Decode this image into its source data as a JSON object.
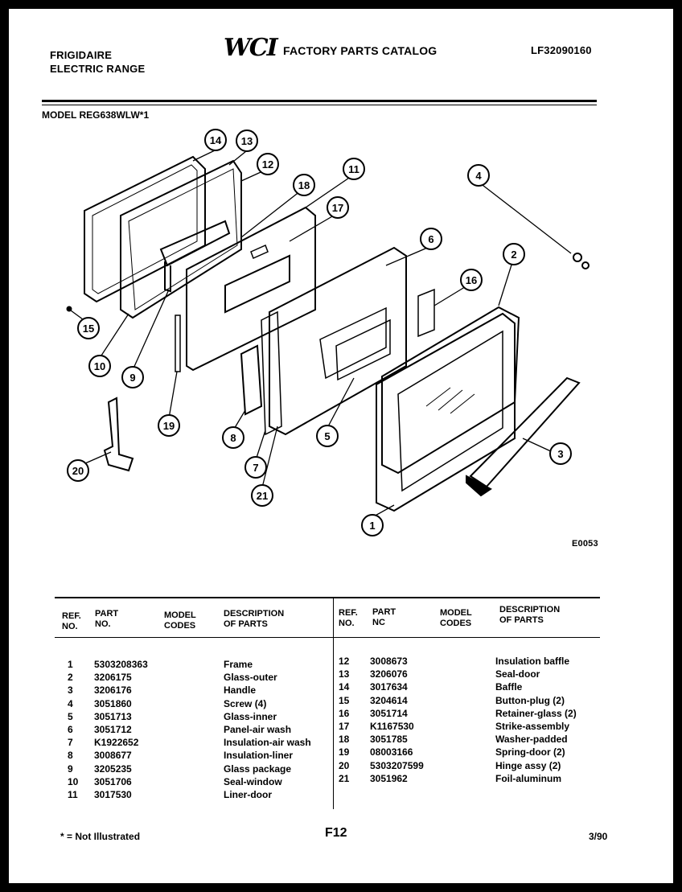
{
  "header": {
    "brand": "FRIGIDAIRE",
    "product": "ELECTRIC RANGE",
    "logo": "WCI",
    "catalog_title": "FACTORY PARTS CATALOG",
    "catalog_number": "LF32090160",
    "model": "MODEL REG638WLW*1"
  },
  "diagram": {
    "figure_code": "E0053",
    "callouts": [
      "1",
      "2",
      "3",
      "4",
      "5",
      "6",
      "7",
      "8",
      "9",
      "10",
      "11",
      "12",
      "13",
      "14",
      "15",
      "16",
      "17",
      "18",
      "19",
      "20",
      "21"
    ]
  },
  "table": {
    "headers": {
      "ref": [
        "REF.",
        "NO."
      ],
      "part": [
        "PART",
        "NO."
      ],
      "model": [
        "MODEL",
        "CODES"
      ],
      "desc": [
        "DESCRIPTION",
        "OF PARTS"
      ],
      "ref_r": [
        "REF.",
        "NO."
      ],
      "part_r": [
        "PART",
        "NC"
      ],
      "model_r": [
        "MODEL",
        "CODES"
      ],
      "desc_r": [
        "DESCRIPTION",
        "OF PARTS"
      ]
    },
    "left": [
      {
        "ref": "1",
        "part": "5303208363",
        "desc": "Frame"
      },
      {
        "ref": "2",
        "part": "3206175",
        "desc": "Glass-outer"
      },
      {
        "ref": "3",
        "part": "3206176",
        "desc": "Handle"
      },
      {
        "ref": "4",
        "part": "3051860",
        "desc": "Screw (4)"
      },
      {
        "ref": "5",
        "part": "3051713",
        "desc": "Glass-inner"
      },
      {
        "ref": "6",
        "part": "3051712",
        "desc": "Panel-air wash"
      },
      {
        "ref": "7",
        "part": "K1922652",
        "desc": "Insulation-air wash"
      },
      {
        "ref": "8",
        "part": "3008677",
        "desc": "Insulation-liner"
      },
      {
        "ref": "9",
        "part": "3205235",
        "desc": "Glass package"
      },
      {
        "ref": "10",
        "part": "3051706",
        "desc": "Seal-window"
      },
      {
        "ref": "11",
        "part": "3017530",
        "desc": "Liner-door"
      }
    ],
    "right": [
      {
        "ref": "12",
        "part": "3008673",
        "desc": "Insulation baffle"
      },
      {
        "ref": "13",
        "part": "3206076",
        "desc": "Seal-door"
      },
      {
        "ref": "14",
        "part": "3017634",
        "desc": "Baffle"
      },
      {
        "ref": "15",
        "part": "3204614",
        "desc": "Button-plug (2)"
      },
      {
        "ref": "16",
        "part": "3051714",
        "desc": "Retainer-glass (2)"
      },
      {
        "ref": "17",
        "part": "K1167530",
        "desc": "Strike-assembly"
      },
      {
        "ref": "18",
        "part": "3051785",
        "desc": "Washer-padded"
      },
      {
        "ref": "19",
        "part": "08003166",
        "desc": "Spring-door (2)"
      },
      {
        "ref": "20",
        "part": "5303207599",
        "desc": "Hinge assy (2)"
      },
      {
        "ref": "21",
        "part": "3051962",
        "desc": "Foil-aluminum"
      }
    ]
  },
  "footer": {
    "note": "* = Not Illustrated",
    "page": "F12",
    "date": "3/90"
  }
}
